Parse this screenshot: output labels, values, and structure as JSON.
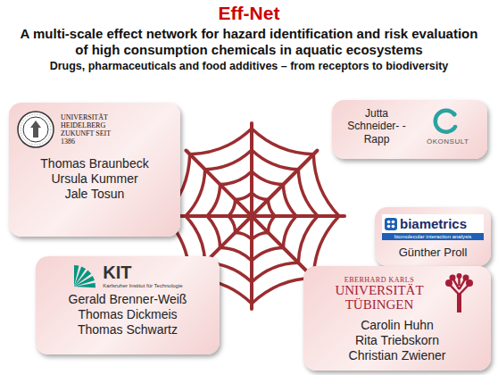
{
  "diagram": {
    "title": "Eff-Net",
    "nodes": [
      {
        "text": [
          "UNIVERSITÄT HEIDELBERG ZUKUNFT SEIT 1386",
          "Thomas Braunbeck",
          "Ursula Kummer",
          "Jale Tosun"
        ]
      },
      {
        "text": [
          "Jutta Schneider- -Rapp",
          "ÖKONSULT"
        ]
      },
      {
        "text": [
          "biametrics",
          "biomolecular interaction analysis",
          "Günther Proll"
        ]
      },
      {
        "text": [
          "KIT",
          "Karlsruher Institut für Technologie",
          "Gerald Brenner-Weiß",
          "Thomas Dickmeis",
          "Thomas Schwartz"
        ]
      },
      {
        "text": [
          "EBERHARD KARLS",
          "UNIVERSITÄT TÜBINGEN",
          "Carolin Huhn",
          "Rita Triebskorn",
          "Christian Zwiener"
        ]
      }
    ],
    "labels": [
      "A multi-scale effect network for hazard identification and risk evaluation of high consumption chemicals in aquatic ecosystems",
      "Drugs, pharmaceuticals and food additives – from receptors to biodiversity"
    ]
  }
}
